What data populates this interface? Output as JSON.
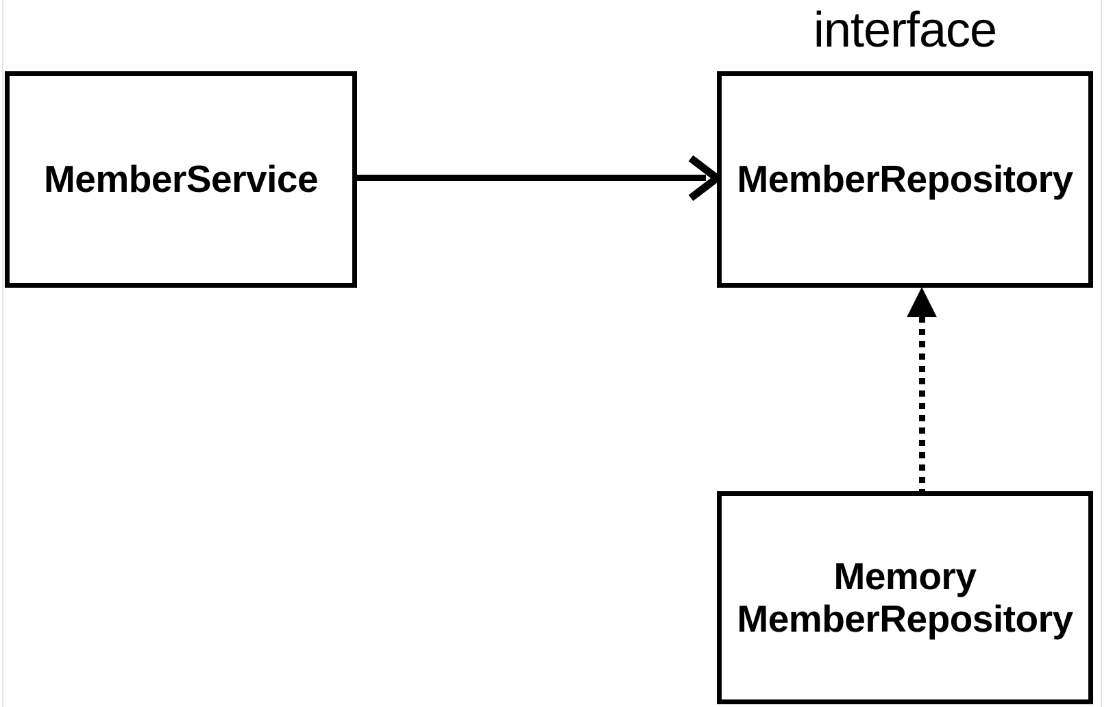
{
  "diagram": {
    "type": "uml-class-diagram",
    "background_color": "#ffffff",
    "stroke_color": "#000000",
    "page_rule_color": "#e2e2e2",
    "stereotype_label": "interface",
    "nodes": [
      {
        "id": "member-service",
        "label": "MemberService",
        "shape": "rectangle"
      },
      {
        "id": "member-repository",
        "label": "MemberRepository",
        "shape": "rectangle"
      },
      {
        "id": "memory-member-repository",
        "label": "Memory\nMemberRepository",
        "shape": "rectangle"
      }
    ],
    "edges": [
      {
        "id": "service-to-repository",
        "from": "member-service",
        "to": "member-repository",
        "line_style": "solid",
        "arrowhead": "open-arrow"
      },
      {
        "id": "memory-implements-repository",
        "from": "memory-member-repository",
        "to": "member-repository",
        "line_style": "dotted",
        "arrowhead": "filled-triangle"
      }
    ]
  }
}
